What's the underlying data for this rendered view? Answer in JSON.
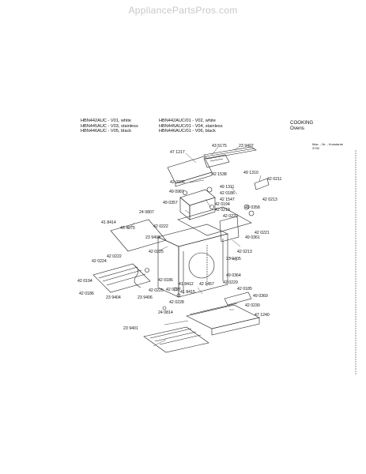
{
  "watermark": "AppliancePartsPros.com",
  "header": {
    "models_left": [
      "HBN442AUC - V01, white",
      "HBN445AUC - V03, stainless",
      "HBN446AUC - V05, black"
    ],
    "models_right": [
      "HBN442AUC/01 - V02, white",
      "HBN445AUC/01 - V04, stainless",
      "HBN446AUC/01 - V06, black"
    ],
    "category": "COOKING",
    "subcategory": "Ovens",
    "corner_note": [
      "Mac. - Nr. - Konstante",
      "3740"
    ]
  },
  "parts": {
    "p435175": "43 5175",
    "p239407": "23 9407",
    "p471217": "47 1217",
    "p421538": "42 1538",
    "p420186a": "42 0186",
    "p491310": "49 1310",
    "p420211": "42 0211",
    "p491311": "49 1311",
    "p490987": "49 0987",
    "p420186b": "42 0186",
    "p421547": "42 1547",
    "p420213a": "42 0213",
    "p490357": "49 0357",
    "p420194a": "42 0194",
    "p240807": "24 0807",
    "p420219": "42 0219",
    "p490358": "49 0358",
    "p420220": "42 0220",
    "p418414": "41 8414",
    "p434075": "43 4075",
    "p420222a": "42 0222",
    "p420221": "42 0221",
    "p239403": "23 9403",
    "p420222b": "42 0222",
    "p490361": "49 0361",
    "p420225a": "42 0225",
    "p420213b": "42 0213",
    "p420224": "42 0224",
    "p239405": "23 9405",
    "p490364": "49 0364",
    "p420194b": "42 0194",
    "p420186c": "42 0186",
    "p418412": "41 8412",
    "p421457": "42 1457",
    "p420229": "42 0229",
    "p420186d": "42 0186",
    "p239404": "23 9404",
    "p239406": "23 9406",
    "p420225b": "42 0225",
    "p420227": "42 0227",
    "p418415": "41 8415",
    "p420185": "42 0185",
    "p490360": "49 0360",
    "p420228": "42 0228",
    "p420230": "42 0230",
    "p240814": "24 0814",
    "p471240": "47 1240",
    "p239401": "23 9401"
  }
}
